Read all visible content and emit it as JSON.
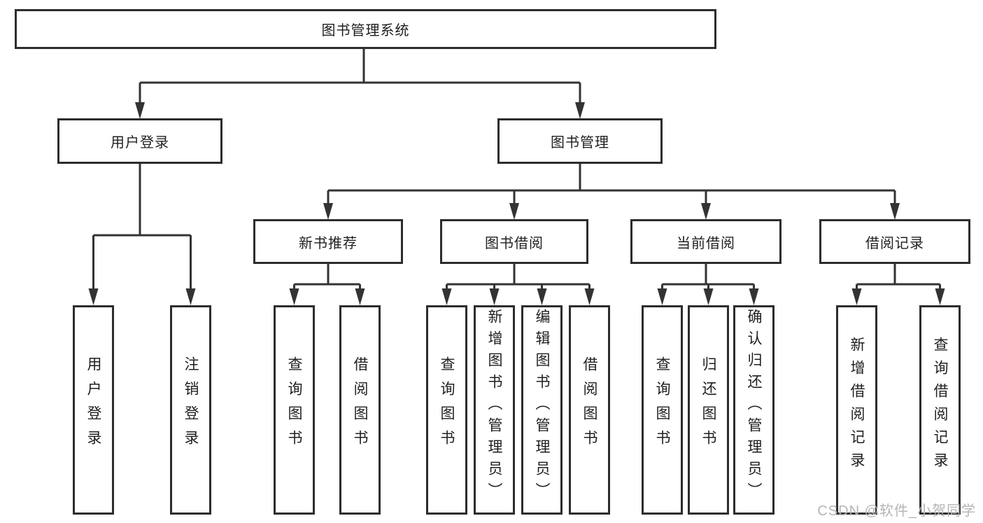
{
  "tree": {
    "root": {
      "label": "图书管理系统"
    },
    "level2": [
      {
        "label": "用户登录"
      },
      {
        "label": "图书管理"
      }
    ],
    "level3": [
      {
        "label": "新书推荐"
      },
      {
        "label": "图书借阅"
      },
      {
        "label": "当前借阅"
      },
      {
        "label": "借阅记录"
      }
    ],
    "leaves": {
      "user_login": [
        {
          "label": "用户登录"
        },
        {
          "label": "注销登录"
        }
      ],
      "new_books": [
        {
          "label": "查询图书"
        },
        {
          "label": "借阅图书"
        }
      ],
      "borrowing": [
        {
          "label": "查询图书"
        },
        {
          "label": "新增图书（管理员）"
        },
        {
          "label": "编辑图书（管理员）"
        },
        {
          "label": "借阅图书"
        }
      ],
      "current": [
        {
          "label": "查询图书"
        },
        {
          "label": "归还图书"
        },
        {
          "label": "确认归还（管理员）"
        }
      ],
      "records": [
        {
          "label": "新增借阅记录"
        },
        {
          "label": "查询借阅记录"
        }
      ]
    }
  },
  "watermark": "CSDN @软件_小贺同学",
  "colors": {
    "line": "#333333",
    "box_border": "#2d2d2d",
    "text": "#1f1f1f",
    "watermark": "#b5b5b5",
    "background": "#ffffff"
  }
}
